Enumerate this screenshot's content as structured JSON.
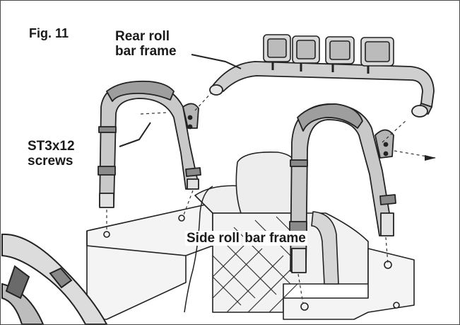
{
  "figure": {
    "label": "Fig. 11"
  },
  "callouts": {
    "rear_frame": {
      "line1": "Rear roll",
      "line2": "bar frame"
    },
    "screws": {
      "line1": "ST3x12",
      "line2": "screws"
    },
    "side_frame": {
      "line1": "Side roll",
      "line2": "bar frame"
    }
  },
  "colors": {
    "line": "#222222",
    "tube_fill": "#c9c9c9",
    "light_fill": "#e6e6e6",
    "body_fill": "#f4f4f4",
    "dark_fill": "#5a5a5a"
  }
}
